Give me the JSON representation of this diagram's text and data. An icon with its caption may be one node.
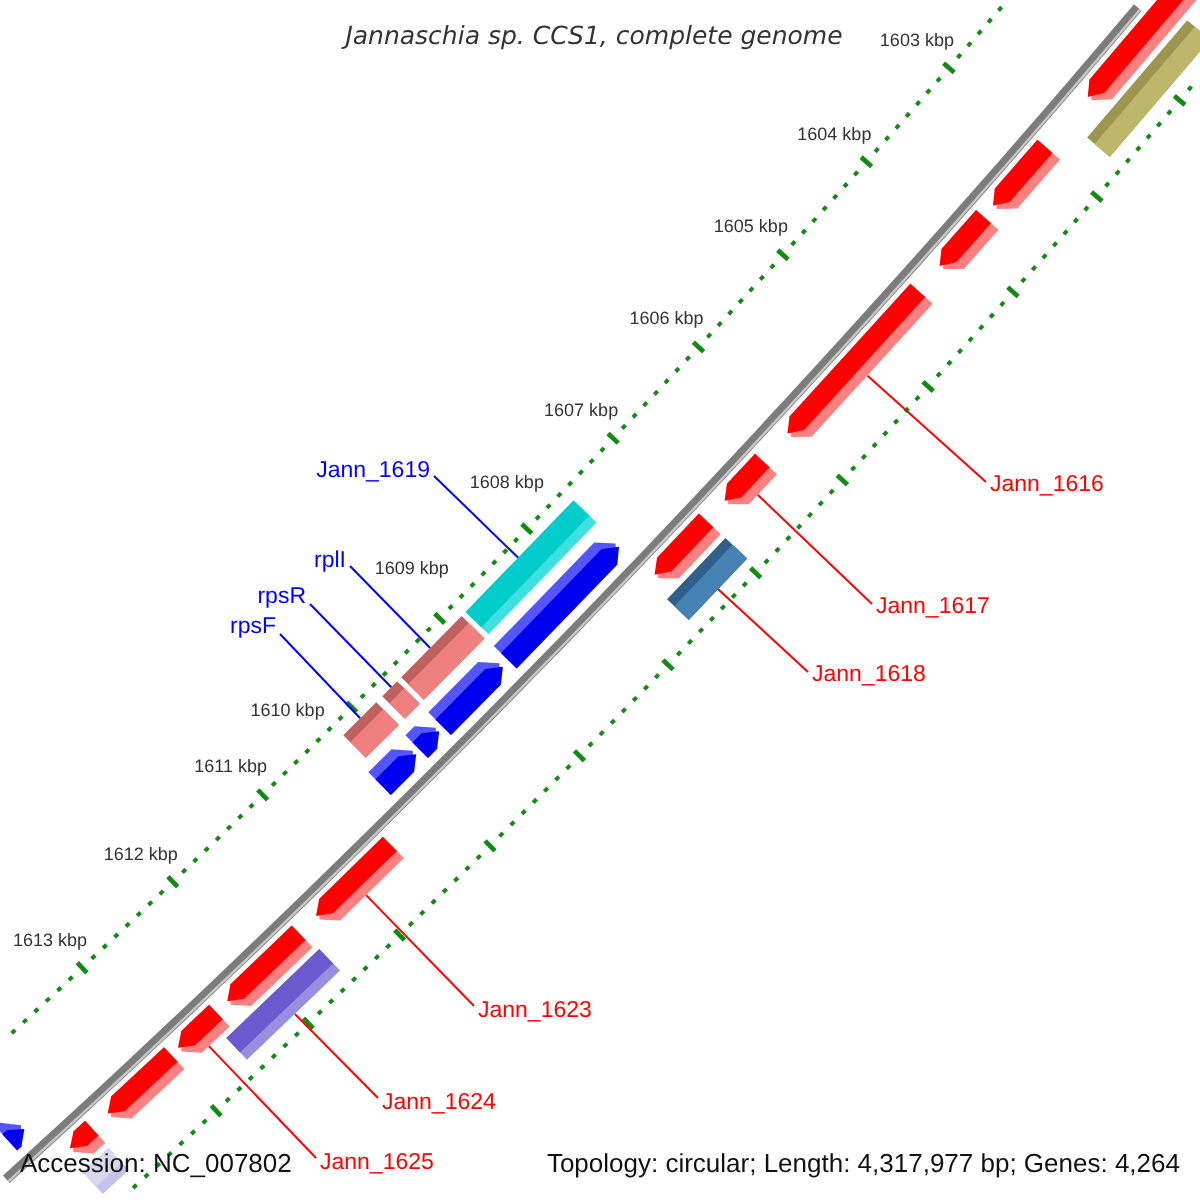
{
  "diagram": {
    "title": "Jannaschia sp. CCS1, complete genome",
    "nodes": [
      {
        "text": [
          "Jann_1619"
        ]
      },
      {
        "text": [
          "Jann_1616"
        ]
      },
      {
        "text": [
          "rplI"
        ]
      },
      {
        "text": [
          "rpsR"
        ]
      },
      {
        "text": [
          "Jann_1617"
        ]
      },
      {
        "text": [
          "rpsF"
        ]
      },
      {
        "text": [
          "Jann_1618"
        ]
      },
      {
        "text": [
          "Jann_1623"
        ]
      },
      {
        "text": [
          "Jann_1624"
        ]
      },
      {
        "text": [
          "Jann_1625"
        ]
      },
      {
        "text": [],
        "shape": "arrow"
      },
      {
        "text": [],
        "shape": "bar"
      },
      {
        "text": [],
        "shape": "arrow"
      },
      {
        "text": [],
        "shape": "arrow"
      },
      {
        "text": [],
        "shape": "arrow"
      },
      {
        "text": [],
        "shape": "arrow"
      },
      {
        "text": [],
        "shape": "bar"
      },
      {
        "text": [],
        "shape": "arrow"
      },
      {
        "text": [],
        "shape": "arrow"
      },
      {
        "text": [],
        "shape": "bar"
      },
      {
        "text": [],
        "shape": "bar"
      },
      {
        "text": [],
        "shape": "arrow"
      },
      {
        "text": [],
        "shape": "bar"
      },
      {
        "text": [],
        "shape": "bar"
      },
      {
        "text": [],
        "shape": "arrow"
      },
      {
        "text": [],
        "shape": "arrow"
      },
      {
        "text": [],
        "shape": "arrow"
      },
      {
        "text": [],
        "shape": "arrow"
      },
      {
        "text": [],
        "shape": "bar"
      },
      {
        "text": [],
        "shape": "arrow"
      },
      {
        "text": [],
        "shape": "arrow"
      },
      {
        "text": [],
        "shape": "arrow"
      },
      {
        "text": [],
        "shape": "arrow"
      },
      {
        "text": [],
        "shape": "bar"
      }
    ],
    "edges": [
      {
        "from": 0,
        "to": 16,
        "arrow": "none",
        "color": "#0000ff"
      },
      {
        "from": 1,
        "to": 14,
        "arrow": "none"
      },
      {
        "from": 2,
        "to": 20,
        "arrow": "none",
        "color": "#0000ff"
      },
      {
        "from": 3,
        "to": 22,
        "arrow": "none",
        "color": "#0000ff"
      },
      {
        "from": 4,
        "to": 15,
        "arrow": "none"
      },
      {
        "from": 5,
        "to": 23,
        "arrow": "none",
        "color": "#0000ff"
      },
      {
        "from": 6,
        "to": 19,
        "arrow": "none"
      },
      {
        "from": 7,
        "to": 26,
        "arrow": "none"
      },
      {
        "from": 8,
        "to": 28,
        "arrow": "none"
      },
      {
        "from": 9,
        "to": 29,
        "arrow": "none"
      }
    ],
    "labels": [
      "1603 kbp",
      "1604 kbp",
      "1605 kbp",
      "1606 kbp",
      "1607 kbp",
      "1608 kbp",
      "1609 kbp",
      "1610 kbp",
      "1611 kbp",
      "1612 kbp",
      "1613 kbp",
      "Accession: NC_007802",
      "Topology: circular; Length: 4,317,977 bp; Genes: 4,264"
    ]
  }
}
